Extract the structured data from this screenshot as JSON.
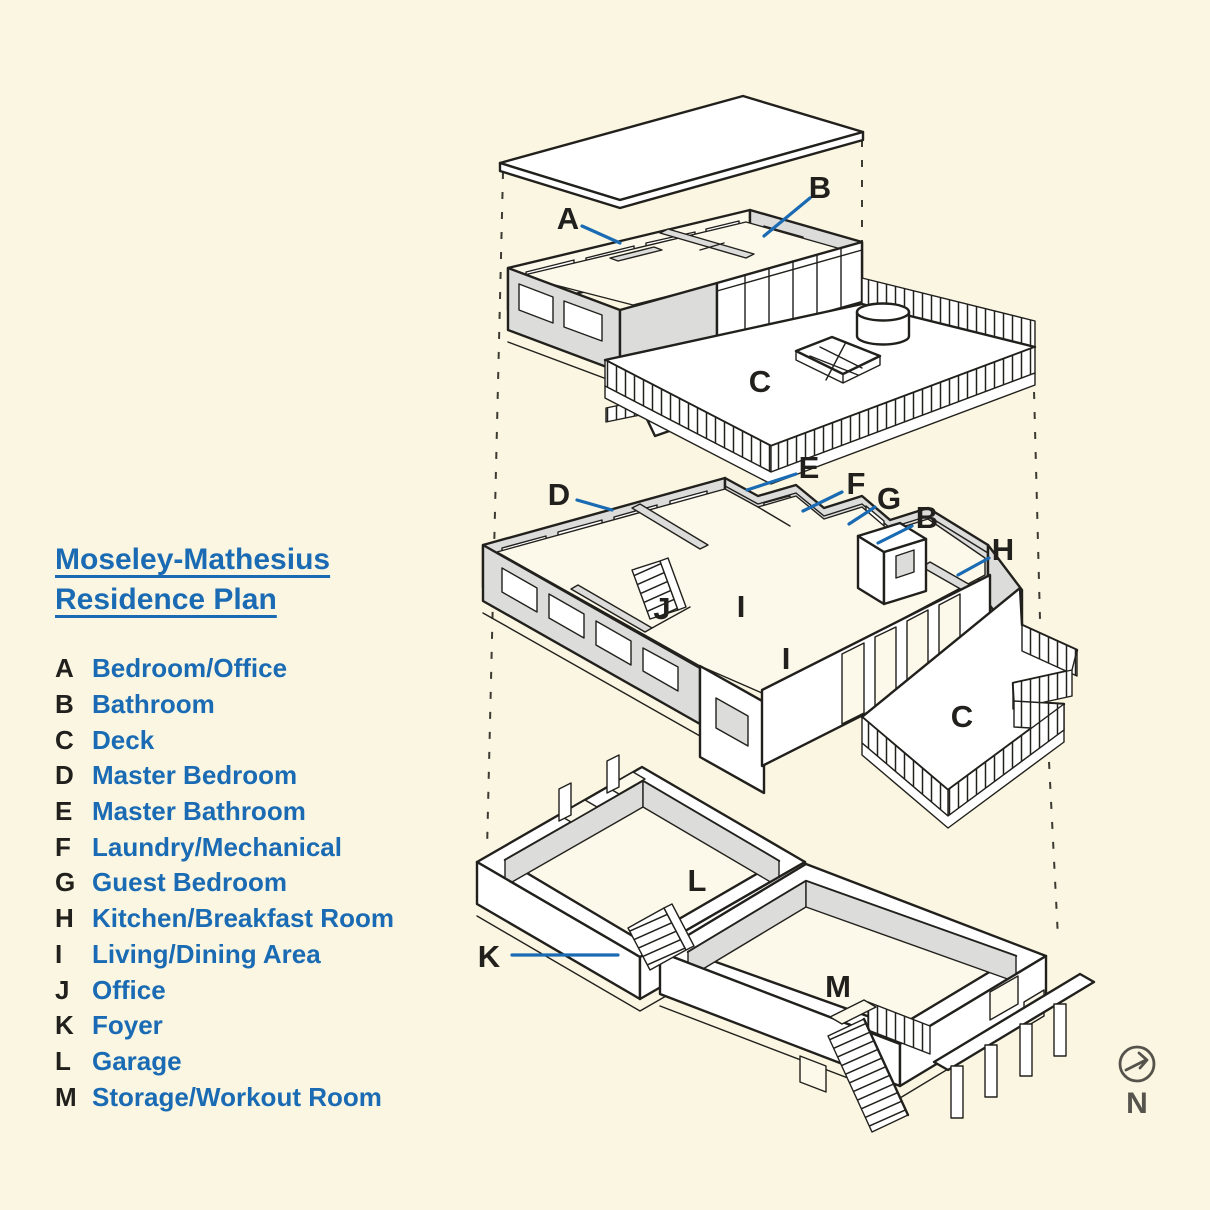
{
  "title": {
    "line1": "Moseley-Mathesius",
    "line2": "Residence Plan"
  },
  "legend": {
    "items": [
      {
        "letter": "A",
        "name": "Bedroom/Office"
      },
      {
        "letter": "B",
        "name": "Bathroom"
      },
      {
        "letter": "C",
        "name": "Deck"
      },
      {
        "letter": "D",
        "name": "Master Bedroom"
      },
      {
        "letter": "E",
        "name": "Master Bathroom"
      },
      {
        "letter": "F",
        "name": "Laundry/Mechanical"
      },
      {
        "letter": "G",
        "name": "Guest Bedroom"
      },
      {
        "letter": "H",
        "name": "Kitchen/Breakfast Room"
      },
      {
        "letter": "I",
        "name": "Living/Dining Area"
      },
      {
        "letter": "J",
        "name": "Office"
      },
      {
        "letter": "K",
        "name": "Foyer"
      },
      {
        "letter": "L",
        "name": "Garage"
      },
      {
        "letter": "M",
        "name": "Storage/Workout Room"
      }
    ]
  },
  "diagram": {
    "callouts": [
      {
        "char": "A"
      },
      {
        "char": "B"
      },
      {
        "char": "C"
      },
      {
        "char": "D"
      },
      {
        "char": "E"
      },
      {
        "char": "F"
      },
      {
        "char": "G"
      },
      {
        "char": "B"
      },
      {
        "char": "H"
      },
      {
        "char": "J"
      },
      {
        "char": "I"
      },
      {
        "char": "I"
      },
      {
        "char": "C"
      },
      {
        "char": "K"
      },
      {
        "char": "L"
      },
      {
        "char": "M"
      }
    ]
  },
  "compass": {
    "label": "N"
  },
  "colors": {
    "accent": "#1A6BB3",
    "ink": "#21201C",
    "paper": "#FAF6E2",
    "wall": "#DCDCDA",
    "floor": "#FCF9EA",
    "compassc": "#55534B"
  }
}
